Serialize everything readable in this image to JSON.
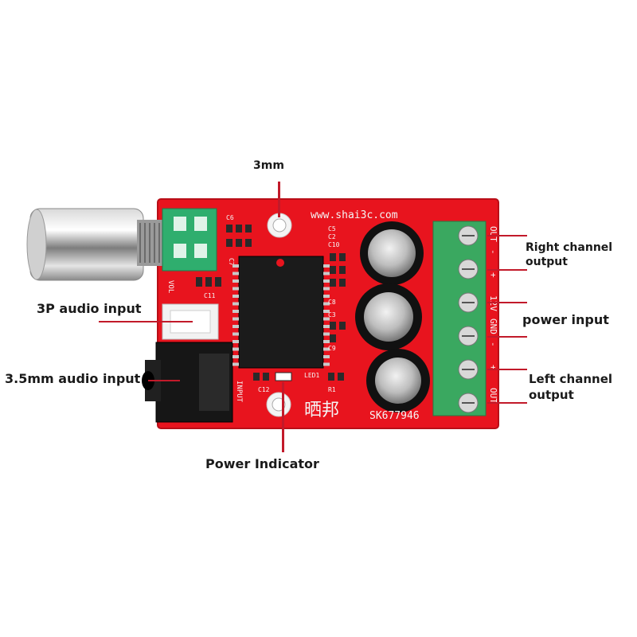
{
  "labels": {
    "mount_hole": "3mm",
    "right_channel": "Right channel\noutput",
    "power_input": "power input",
    "left_channel": "Left channel\noutput",
    "audio_3p": "3P audio input",
    "audio_35mm": "3.5mm audio input",
    "power_indicator": "Power Indicator"
  },
  "silkscreen": {
    "website": "www.shai3c.com",
    "brand": "晒邦",
    "model": "SK677946",
    "vol": "VOL",
    "input": "INPUT",
    "c6": "C6",
    "c7": "C7",
    "c5": "C5",
    "c2": "C2",
    "c10": "C10",
    "c11": "C11",
    "c8": "C8",
    "c3": "C3",
    "c9": "C9",
    "c12": "C12",
    "led1": "LED1",
    "r1": "R1",
    "terminal_pins": [
      "OUT",
      "-",
      "+",
      "12V",
      "GND",
      "-",
      "+",
      "OUT"
    ]
  },
  "colors": {
    "board": "#e8141e",
    "terminal": "#3aa860",
    "pot": "#2fae6e",
    "chip": "#1b1b1b",
    "lead": "#c21a2a"
  }
}
